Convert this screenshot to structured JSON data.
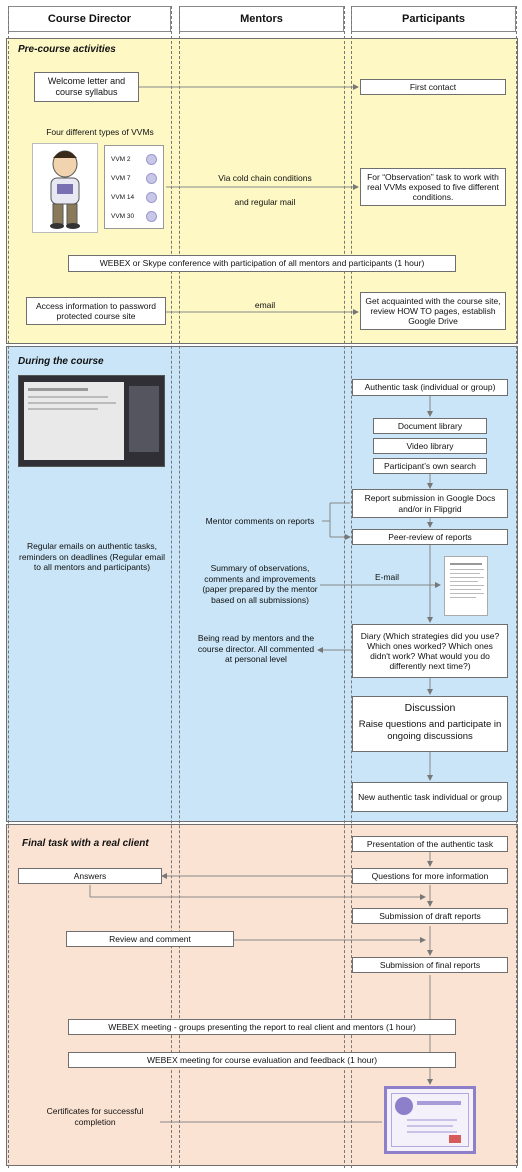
{
  "lanes": {
    "course_director": "Course Director",
    "mentors": "Mentors",
    "participants": "Participants"
  },
  "phases": {
    "pre": "Pre-course activities",
    "during": "During the course",
    "final": "Final task with a real client"
  },
  "colors": {
    "pre_bg": "#fdf8c4",
    "during_bg": "#c9e5f7",
    "final_bg": "#fbe3d3"
  },
  "pre": {
    "welcome": "Welcome letter and course syllabus",
    "first_contact": "First contact",
    "vvm_heading": "Four different types of VVMs",
    "vvm_types": [
      "VVM 2",
      "VVM 7",
      "VVM 14",
      "VVM 30"
    ],
    "cold_chain": "Via cold chain conditions",
    "regular_mail": "and regular mail",
    "observation": "For “Observation” task to work with real VVMs exposed to five different conditions.",
    "webex": "WEBEX or Skype conference with participation of all mentors and participants (1 hour)",
    "access": "Access information to password protected course site",
    "email": "email",
    "acquainted": "Get acquainted with the course site, review HOW TO pages, establish Google Drive"
  },
  "during": {
    "screenshot_icon": "course-site-screenshot",
    "authentic": "Authentic task (individual or group)",
    "doc_library": "Document library",
    "video_library": "Video library",
    "own_search": "Participant’s own search",
    "report_submission": "Report submission in Google Docs and/or in Flipgrid",
    "mentor_comments": "Mentor comments on reports",
    "peer_review": "Peer-review of reports",
    "regular_emails": "Regular emails on authentic tasks, reminders on deadlines (Regular email to all mentors and participants)",
    "summary": "Summary of observations, comments and improvements (paper prepared by the mentor based on all submissions)",
    "email_label": "E-mail",
    "diary": "Diary (Which strategies did you use? Which ones worked? Which ones didn't work? What would you do differently next time?)",
    "being_read": "Being read by mentors and the course director. All commented at personal level",
    "discussion_title": "Discussion",
    "discussion_body": "Raise questions and participate in ongoing discussions",
    "new_task": "New authentic task individual or group"
  },
  "final": {
    "presentation": "Presentation of the authentic task",
    "answers": "Answers",
    "questions": "Questions for more information",
    "draft": "Submission of draft reports",
    "review": "Review and comment",
    "final_reports": "Submission of final reports",
    "webex_meeting": "WEBEX meeting - groups presenting the report to real client and mentors (1 hour)",
    "webex_eval": "WEBEX meeting for course evaluation and feedback (1 hour)",
    "certificates": "Certificates for successful completion"
  }
}
